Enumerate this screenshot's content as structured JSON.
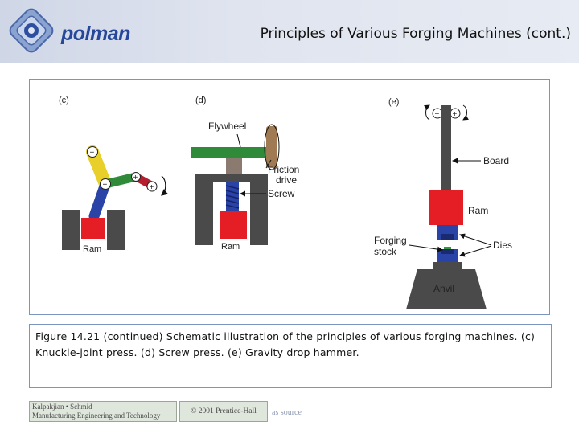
{
  "header": {
    "logo_text": "polman",
    "title": "Principles of Various Forging Machines (cont.)"
  },
  "figure": {
    "panel_c": {
      "letter": "(c)",
      "ram": "Ram"
    },
    "panel_d": {
      "letter": "(d)",
      "flywheel": "Flywheel",
      "friction_1": "Friction",
      "friction_2": "drive",
      "screw": "Screw",
      "ram": "Ram"
    },
    "panel_e": {
      "letter": "(e)",
      "board": "Board",
      "ram": "Ram",
      "forging_1": "Forging",
      "forging_2": "stock",
      "dies": "Dies",
      "anvil": "Anvil"
    }
  },
  "caption": "Figure 14.21 (continued) Schematic illustration of the principles of various forging machines. (c) Knuckle-joint press. (d) Screw press. (e) Gravity drop hammer.",
  "footer": {
    "book_line1": "Kalpakjian • Schmid",
    "book_line2": "Manufacturing Engineering and Technology",
    "copyright": "© 2001 Prentice-Hall",
    "source": "as source"
  },
  "colors": {
    "header_bg": "#dfe4ef",
    "box_border": "#7a95c0",
    "logo_blue": "#27479a"
  }
}
